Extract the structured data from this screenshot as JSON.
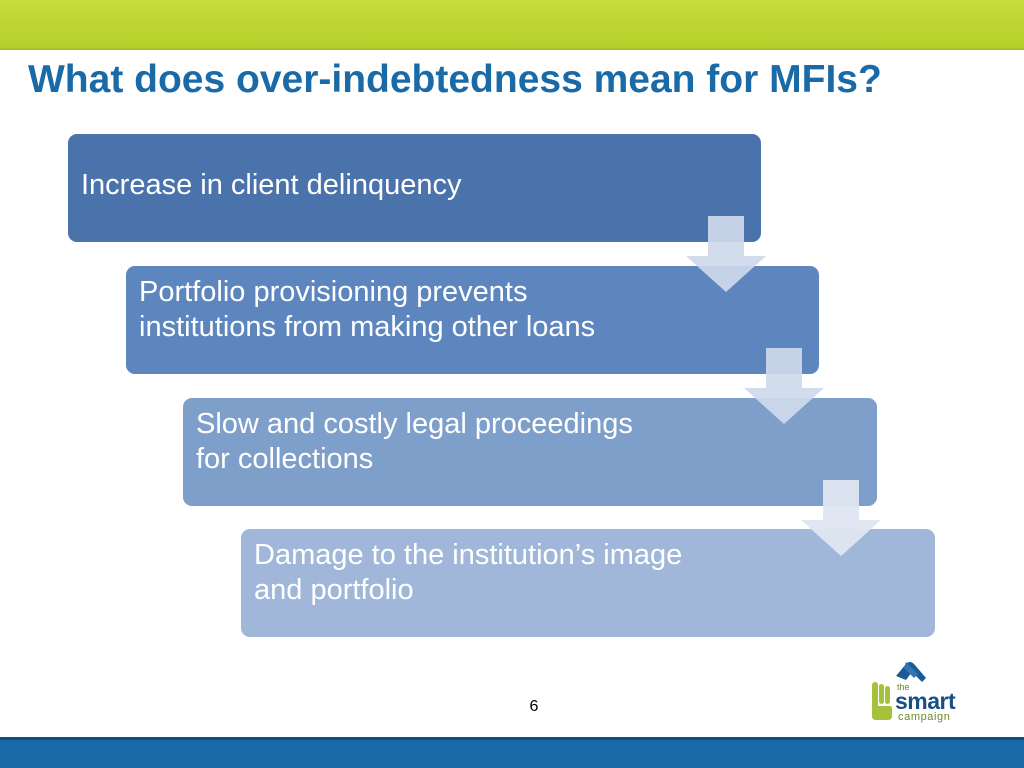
{
  "slide": {
    "title": "What does over-indebtedness mean for MFIs?",
    "page_number": "6"
  },
  "steps": [
    {
      "text": "Increase in client delinquency"
    },
    {
      "text": "Portfolio provisioning prevents\ninstitutions from making other loans"
    },
    {
      "text": "Slow and costly legal proceedings\nfor collections"
    },
    {
      "text": "Damage to the institution’s image\nand portfolio"
    }
  ],
  "logo": {
    "the": "the",
    "smart": "smart",
    "campaign": "campaign",
    "icon": "hands-icon"
  },
  "colors": {
    "top_bar": "#b4cf2a",
    "title": "#1a6aa8",
    "bottom_bar": "#1a6aa8",
    "step_1": "#4a73ac",
    "step_2": "#5d86bf",
    "step_3": "#7f9fcb",
    "step_4": "#a1b7d9",
    "arrow": "#cfd9ea"
  },
  "icons": {
    "connector": "down-arrow-icon"
  }
}
